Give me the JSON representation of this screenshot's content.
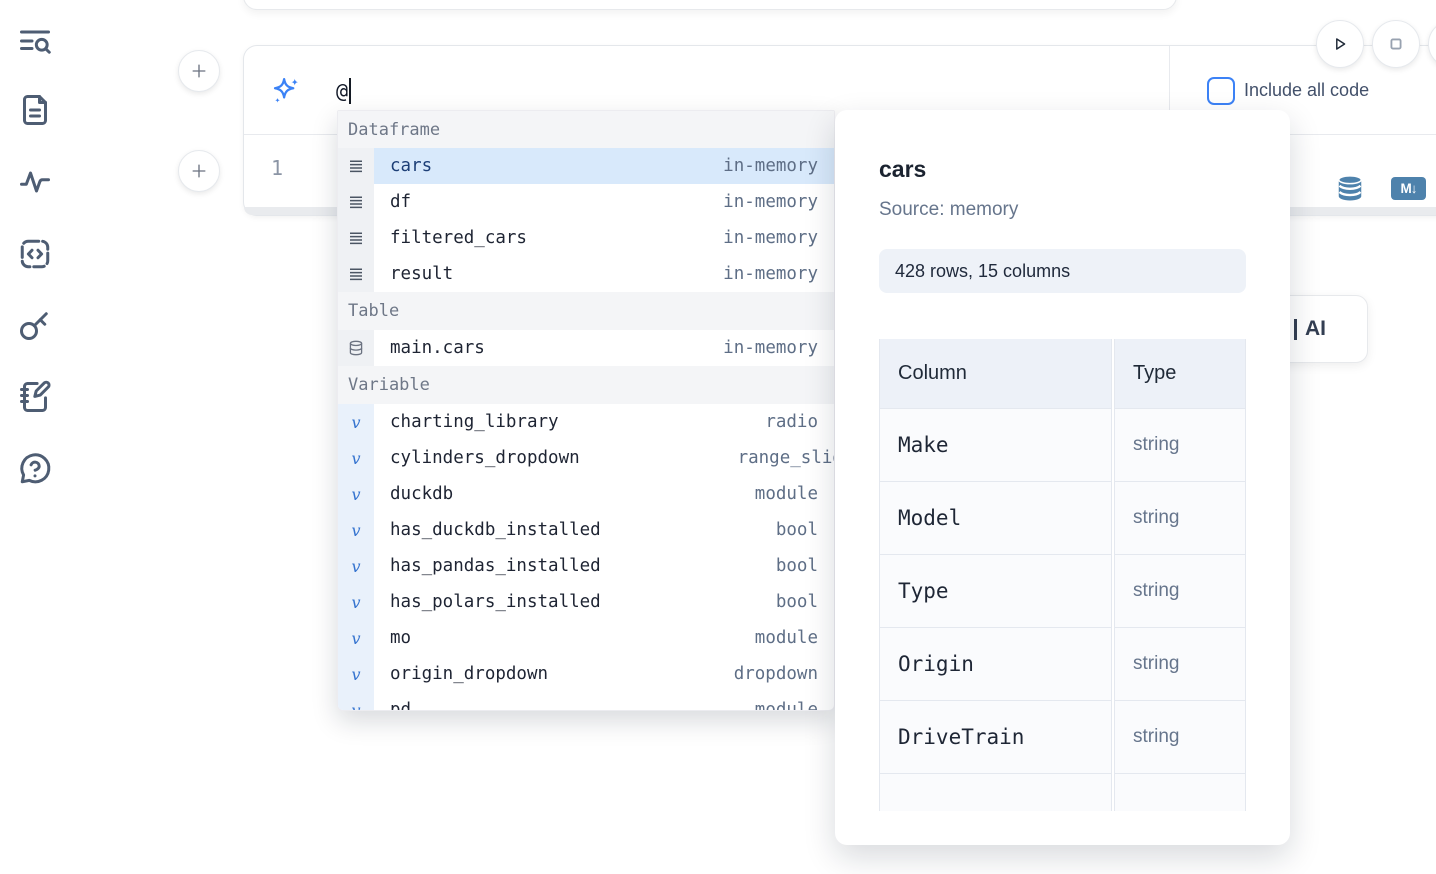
{
  "sidebar": {
    "icons": [
      "search-list",
      "document",
      "activity",
      "code-cell",
      "key",
      "notebook-pen",
      "help-circle"
    ]
  },
  "run_controls": {
    "icons": [
      "play",
      "stop",
      "more"
    ]
  },
  "ai_cell": {
    "prompt_value": "@",
    "include_all_code_label": "Include all code",
    "checkbox_checked": false
  },
  "code_cell": {
    "line_number": "1",
    "toolbar_icons": [
      "database",
      "markdown-export"
    ],
    "markdown_badge": "M↓"
  },
  "autocomplete": {
    "sections": [
      {
        "label": "Dataframe",
        "items": [
          {
            "name": "cars",
            "type": "in-memory",
            "selected": true
          },
          {
            "name": "df",
            "type": "in-memory",
            "selected": false
          },
          {
            "name": "filtered_cars",
            "type": "in-memory",
            "selected": false
          },
          {
            "name": "result",
            "type": "in-memory",
            "selected": false
          }
        ]
      },
      {
        "label": "Table",
        "items": [
          {
            "name": "main.cars",
            "type": "in-memory",
            "selected": false
          }
        ]
      },
      {
        "label": "Variable",
        "items": [
          {
            "name": "charting_library",
            "type": "radio"
          },
          {
            "name": "cylinders_dropdown",
            "type": "range_slider"
          },
          {
            "name": "duckdb",
            "type": "module"
          },
          {
            "name": "has_duckdb_installed",
            "type": "bool"
          },
          {
            "name": "has_pandas_installed",
            "type": "bool"
          },
          {
            "name": "has_polars_installed",
            "type": "bool"
          },
          {
            "name": "mo",
            "type": "module"
          },
          {
            "name": "origin_dropdown",
            "type": "dropdown"
          },
          {
            "name": "pd",
            "type": "module"
          }
        ]
      }
    ]
  },
  "preview": {
    "title": "cars",
    "source": "Source: memory",
    "shape_badge": "428 rows, 15 columns",
    "table": {
      "col_header": "Column",
      "type_header": "Type",
      "rows": [
        {
          "column": "Make",
          "type": "string"
        },
        {
          "column": "Model",
          "type": "string"
        },
        {
          "column": "Type",
          "type": "string"
        },
        {
          "column": "Origin",
          "type": "string"
        },
        {
          "column": "DriveTrain",
          "type": "string"
        }
      ]
    }
  },
  "ai_button": {
    "visible_label": "AI"
  },
  "colors": {
    "accent_blue": "#3b82f6",
    "steel_blue": "#4e82ac",
    "selected_row_bg": "#d8e9fb"
  }
}
